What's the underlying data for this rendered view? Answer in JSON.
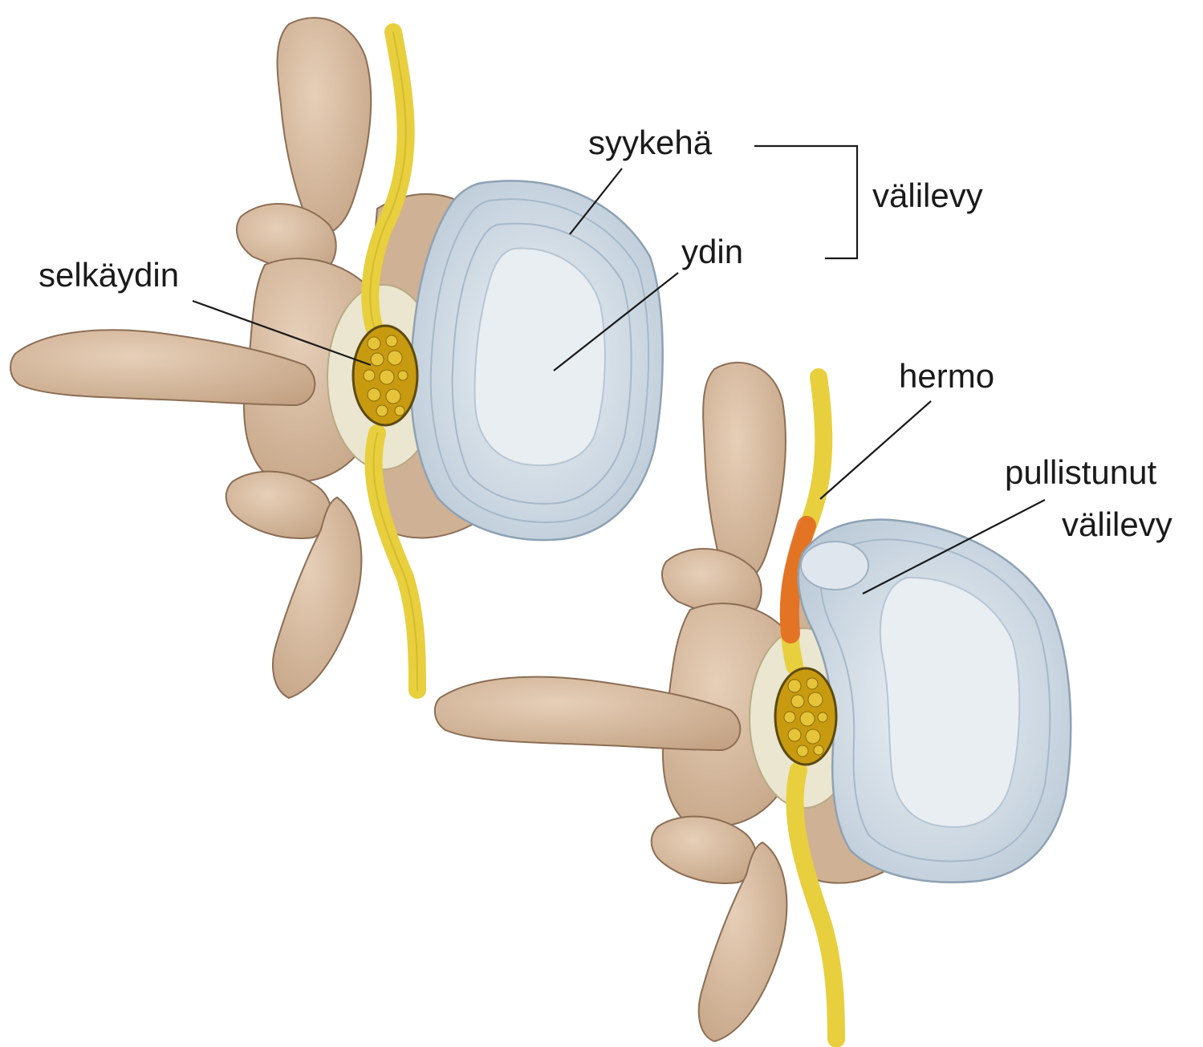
{
  "labels": {
    "syykeha": "syykehä",
    "valilevy": "välilevy",
    "ydin": "ydin",
    "selkaydin": "selkäydin",
    "hermo": "hermo",
    "pullistunut_line1": "pullistunut",
    "pullistunut_line2": "välilevy"
  },
  "colors": {
    "bone": "#d9bfa6",
    "bone_shadow": "#b89878",
    "bone_outline": "#8c6e55",
    "disc_outer": "#c7d3dd",
    "disc_ring": "#9fb0c0",
    "disc_nucleus": "#e6ecf1",
    "nerve": "#e8cf3e",
    "nerve_inflamed": "#e2641e",
    "cord_fill": "#c79a10",
    "cord_bubbles": "#e6c43a",
    "canal": "#ebe6cf"
  },
  "figures": [
    "healthy-vertebra",
    "herniated-vertebra"
  ]
}
